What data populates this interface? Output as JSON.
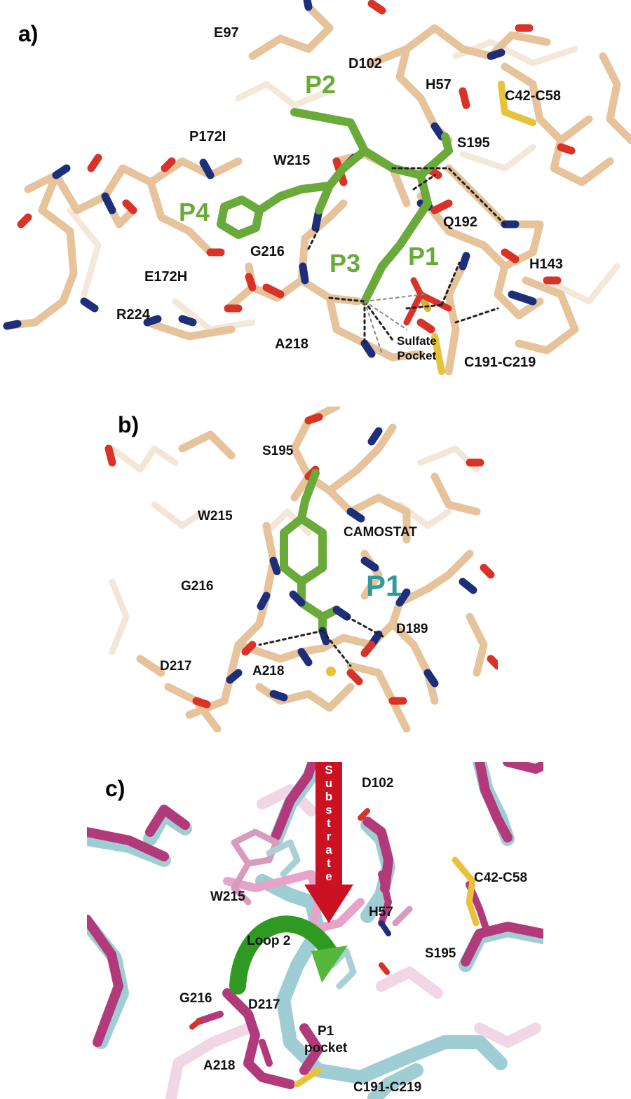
{
  "panels": {
    "a": {
      "label": "a)",
      "residues": [
        "E97",
        "D102",
        "H57",
        "C42-C58",
        "P172I",
        "W215",
        "S195",
        "Q192",
        "G216",
        "H143",
        "E172H",
        "R224",
        "A218",
        "C191-C219"
      ],
      "subsites": [
        "P2",
        "P4",
        "P3",
        "P1"
      ],
      "sulfate_label": [
        "Sulfate",
        "Pocket"
      ]
    },
    "b": {
      "label": "b)",
      "residues": [
        "S195",
        "W215",
        "CAMOSTAT",
        "G216",
        "D189",
        "D217",
        "A218"
      ],
      "subsite": "P1"
    },
    "c": {
      "label": "c)",
      "arrow_text": "Substrate",
      "residues": [
        "D102",
        "C42-C58",
        "W215",
        "H57",
        "Loop 2",
        "S195",
        "G216",
        "D217",
        "A218",
        "C191-C219"
      ],
      "pocket_label": [
        "P1",
        "pocket"
      ]
    }
  },
  "colors": {
    "carbon": "#e9c9a2",
    "nitrogen": "#1d2e7a",
    "oxygen": "#d93226",
    "ligand": "#6aaa3a",
    "sulfur": "#e8c23a",
    "ribbon_magenta": "#b33a7a",
    "ribbon_cyan": "#9fcdd4",
    "arrow_red": "#cc1122",
    "arrow_green": "#3aa028"
  }
}
